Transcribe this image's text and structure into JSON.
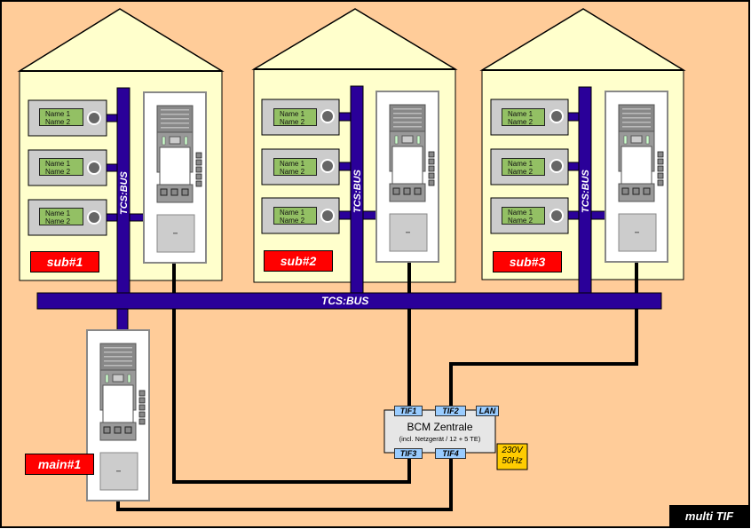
{
  "diagram": {
    "title": "multi TIF",
    "colors": {
      "background": "#ffcc99",
      "house": "#ffffcc",
      "bus": "#2a0099",
      "tag": "#ff0000",
      "name_display": "#93c064",
      "tif_port": "#99ccff",
      "power": "#ffcc00"
    },
    "main_bus_label": "TCS:BUS",
    "houses": [
      {
        "tag": "sub#1",
        "bus_label": "TCS:BUS",
        "stations": [
          {
            "name1": "Name 1",
            "name2": "Name 2"
          },
          {
            "name1": "Name 1",
            "name2": "Name 2"
          },
          {
            "name1": "Name 1",
            "name2": "Name 2"
          }
        ]
      },
      {
        "tag": "sub#2",
        "bus_label": "TCS:BUS",
        "stations": [
          {
            "name1": "Name 1",
            "name2": "Name 2"
          },
          {
            "name1": "Name 1",
            "name2": "Name 2"
          },
          {
            "name1": "Name 1",
            "name2": "Name 2"
          }
        ]
      },
      {
        "tag": "sub#3",
        "bus_label": "TCS:BUS",
        "stations": [
          {
            "name1": "Name 1",
            "name2": "Name 2"
          },
          {
            "name1": "Name 1",
            "name2": "Name 2"
          },
          {
            "name1": "Name 1",
            "name2": "Name 2"
          }
        ]
      }
    ],
    "main_panel": {
      "tag": "main#1"
    },
    "central": {
      "title": "BCM Zentrale",
      "subtitle": "(incl. Netzgerät / 12 + 5 TE)",
      "ports_top": [
        "TIF1",
        "TIF2",
        "LAN"
      ],
      "ports_bottom": [
        "TIF3",
        "TIF4"
      ],
      "power": {
        "line1": "230V",
        "line2": "50Hz"
      }
    }
  }
}
